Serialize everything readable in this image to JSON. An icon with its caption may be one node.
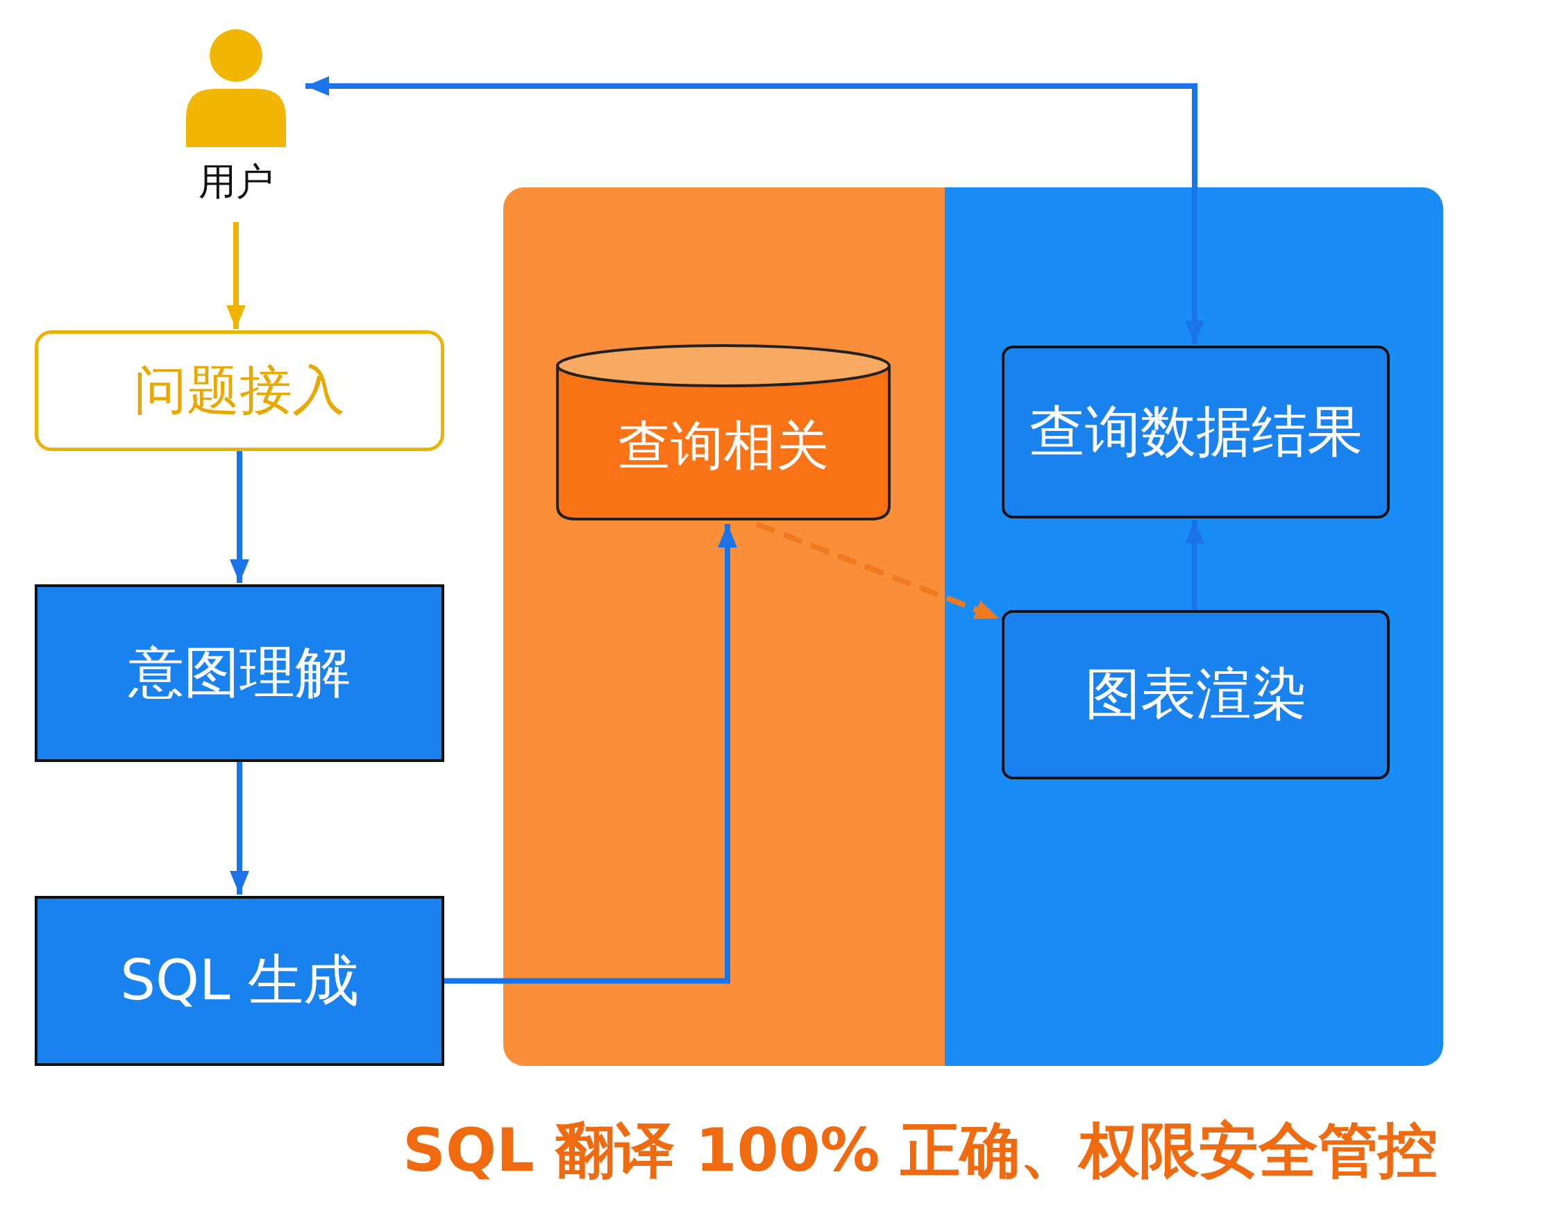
{
  "diagram": {
    "caption": "SQL 翻译 100% 正确、权限安全管控",
    "nodes": [
      {
        "text": [
          "用户"
        ]
      },
      {
        "text": [
          "问题接入"
        ]
      },
      {
        "text": [
          "意图理解"
        ]
      },
      {
        "text": [
          "SQL 生成"
        ]
      },
      {
        "text": [],
        "shape": "box"
      },
      {
        "text": [],
        "shape": "box"
      },
      {
        "text": [
          "查询相关"
        ],
        "in": 4
      },
      {
        "text": [
          "查询数据结果"
        ],
        "in": 5
      },
      {
        "text": [
          "图表渲染"
        ],
        "in": 5
      }
    ],
    "edges": [
      {
        "from": 0,
        "to": 1,
        "arrow": "to",
        "color": "#f0b400"
      },
      {
        "from": 1,
        "to": 2,
        "arrow": "to"
      },
      {
        "from": 2,
        "to": 3,
        "arrow": "to"
      },
      {
        "from": 3,
        "to": 6,
        "arrow": "to"
      },
      {
        "from": 6,
        "to": 8,
        "arrow": "to",
        "style": "dashed",
        "color": "#f07a20"
      },
      {
        "from": 8,
        "to": 7,
        "arrow": "to"
      },
      {
        "from": 7,
        "to": 0,
        "arrow": "both"
      }
    ]
  }
}
